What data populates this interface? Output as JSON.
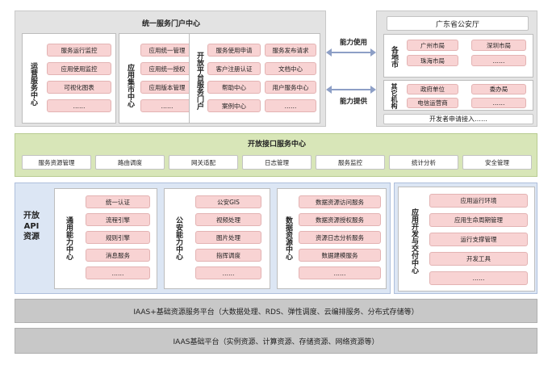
{
  "portal": {
    "title": "统一服务门户中心",
    "ops": {
      "title": "运营服务中心",
      "items": [
        "服务运行监控",
        "应用使用监控",
        "可视化图表",
        "……"
      ]
    },
    "market": {
      "title": "应用集市中心",
      "items": [
        "应用统一管理",
        "应用统一授权",
        "应用版本管理",
        "……"
      ]
    },
    "open": {
      "title": "开放平台服务门户",
      "items": [
        "服务使用申请",
        "服务发布请求",
        "客户注册认证",
        "文档中心",
        "帮助中心",
        "用户服务中心",
        "案例中心",
        "……"
      ]
    }
  },
  "arrows": {
    "use_label": "能力使用",
    "provide_label": "能力提供"
  },
  "province": {
    "title": "广东省公安厅",
    "cities": {
      "title": "各地市",
      "items": [
        "广州市局",
        "深圳市局",
        "珠海市局",
        "……"
      ]
    },
    "others": {
      "title": "其它机构",
      "items": [
        "政府单位",
        "委办局",
        "电信运营商",
        "……"
      ]
    },
    "developer": "开发者申请接入……"
  },
  "api_center": {
    "title": "开放接口服务中心",
    "items": [
      "服务资源管理",
      "路由调度",
      "网关适配",
      "日志管理",
      "服务监控",
      "统计分析",
      "安全管理"
    ]
  },
  "resources": {
    "title": "开放API资源",
    "general": {
      "title": "通用能力中心",
      "items": [
        "统一认证",
        "流程引擎",
        "规则引擎",
        "消息服务",
        "……"
      ]
    },
    "police": {
      "title": "公安能力中心",
      "items": [
        "公安GIS",
        "视频处理",
        "图片处理",
        "指挥调度",
        "……"
      ]
    },
    "data": {
      "title": "数据资源中心",
      "items": [
        "数据资源访问服务",
        "数据资源授权服务",
        "资源日志分析服务",
        "数据建模服务",
        "……"
      ]
    }
  },
  "devcenter": {
    "title": "应用开发与交付中心",
    "items": [
      "应用运行环境",
      "应用生命周期管理",
      "运行支撑管理",
      "开发工具",
      "……"
    ]
  },
  "iaas_plus": "IAAS+基础资源服务平台（大数据处理、RDS、弹性调度、云编排服务、分布式存储等）",
  "iaas_base": "IAAS基础平台（实例资源、计算资源、存储资源、网络资源等）",
  "colors": {
    "pink": "#f8d3d3",
    "green": "#d8e6b8",
    "blue": "#dce6f4",
    "gray": "#e3e3e3",
    "arrow": "#8d9fc6"
  }
}
